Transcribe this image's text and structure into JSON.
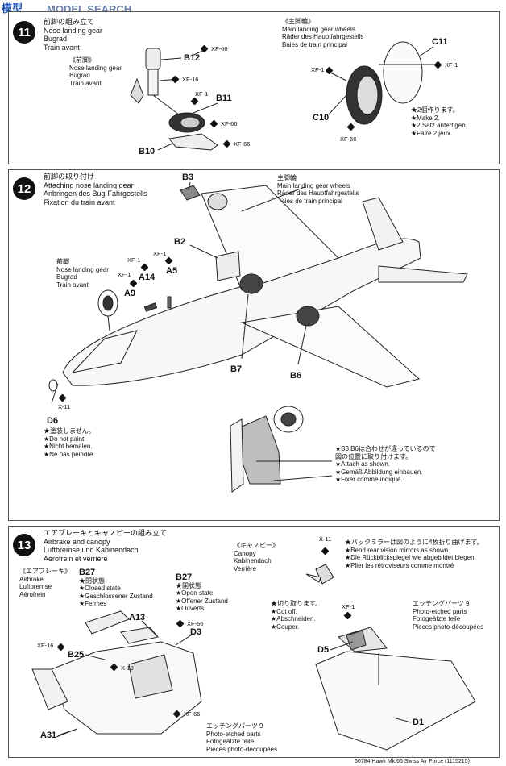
{
  "watermark": {
    "brand": "MODEL SEARCH",
    "site": "模型"
  },
  "step11": {
    "number": "11",
    "title_lines": [
      "前脚の組み立て",
      "Nose landing gear",
      "Bugrad",
      "Train avant"
    ],
    "sub_lines": [
      "《前脚》",
      "Nose landing gear",
      "Bugrad",
      "Train avant"
    ],
    "parts": [
      "B12",
      "B11",
      "B10"
    ],
    "paints": [
      "XF-66",
      "XF-16",
      "XF-1",
      "XF-66",
      "XF-66"
    ],
    "main_title": [
      "《主脚輪》",
      "Main landing gear wheels",
      "Räder des Hauptfahrgestells",
      "Baies de train principal"
    ],
    "main_parts": [
      "C11",
      "C10"
    ],
    "main_paints": [
      "XF-1",
      "XF-1",
      "XF-66"
    ],
    "note": [
      "★2個作ります。",
      "★Make 2.",
      "★2 Satz anfertigen.",
      "★Faire 2 jeux."
    ]
  },
  "step12": {
    "number": "12",
    "title_lines": [
      "前脚の取り付け",
      "Attaching nose landing gear",
      "Anbringen des Bug-Fahrgestells",
      "Fixation du train avant"
    ],
    "main_wheels": [
      "主脚輪",
      "Main landing gear wheels",
      "Räder des Hauptfahrgestells",
      "Baies de train principal"
    ],
    "nose_lines": [
      "前脚",
      "Nose landing gear",
      "Bugrad",
      "Train avant"
    ],
    "parts": [
      "B3",
      "B2",
      "A14",
      "A5",
      "A9",
      "B7",
      "B6",
      "D6"
    ],
    "paints": [
      "XF-1",
      "XF-1",
      "XF-1",
      "X-11"
    ],
    "d6_note": [
      "★塗装しません。",
      "★Do not paint.",
      "★Nicht bemalen.",
      "★Ne pas peindre."
    ],
    "attach_note": [
      "★B3,B6は合わせが違っているので",
      "図の位置に取り付けます。",
      "★Attach as shown.",
      "★Gemäß Abbildung einbauen.",
      "★Fixer comme indiqué."
    ]
  },
  "step13": {
    "number": "13",
    "title_lines": [
      "エアブレーキとキャノピーの組み立て",
      "Airbrake and canopy",
      "Luftbremse und Kabinendach",
      "Aérofrein et verrière"
    ],
    "airbrake": [
      "《エアブレーキ》",
      "Airbrake",
      "Luftbremse",
      "Aérofrein"
    ],
    "closed": [
      "B27",
      "★閉状態",
      "★Closed state",
      "★Geschlossener Zustand",
      "★Fermés"
    ],
    "open": [
      "B27",
      "★開状態",
      "★Open state",
      "★Offener Zustand",
      "★Ouverts"
    ],
    "canopy": [
      "《キャノピー》",
      "Canopy",
      "Kabinendach",
      "Verrière"
    ],
    "mirror_note": [
      "★バックミラーは図のように4枚折り曲げます。",
      "★Bend rear vision mirrors as shown.",
      "★Die Rückblickspiegel wie abgebildet biegen.",
      "★Plier les rétroviseurs comme montré"
    ],
    "cut_note": [
      "★切り取ります。",
      "★Cut off.",
      "★Abschneiden.",
      "★Couper."
    ],
    "etched9_right": [
      "エッチングパーツ 9",
      "Photo-etched parts",
      "Fotogeätzte teile",
      "Pieces photo-découpées"
    ],
    "etched9_left": [
      "エッチングパーツ 9",
      "Photo-etched parts",
      "Fotogeätzte teile",
      "Pieces photo-découpées"
    ],
    "parts": [
      "A13",
      "D3",
      "B25",
      "A31",
      "D5",
      "D1"
    ],
    "paints": [
      "XF-66",
      "XF-16",
      "X-10",
      "XF-66",
      "X-11",
      "XF-1"
    ]
  },
  "footer": "60784 Hawk Mk.66 Swiss Air Force (1115215)"
}
